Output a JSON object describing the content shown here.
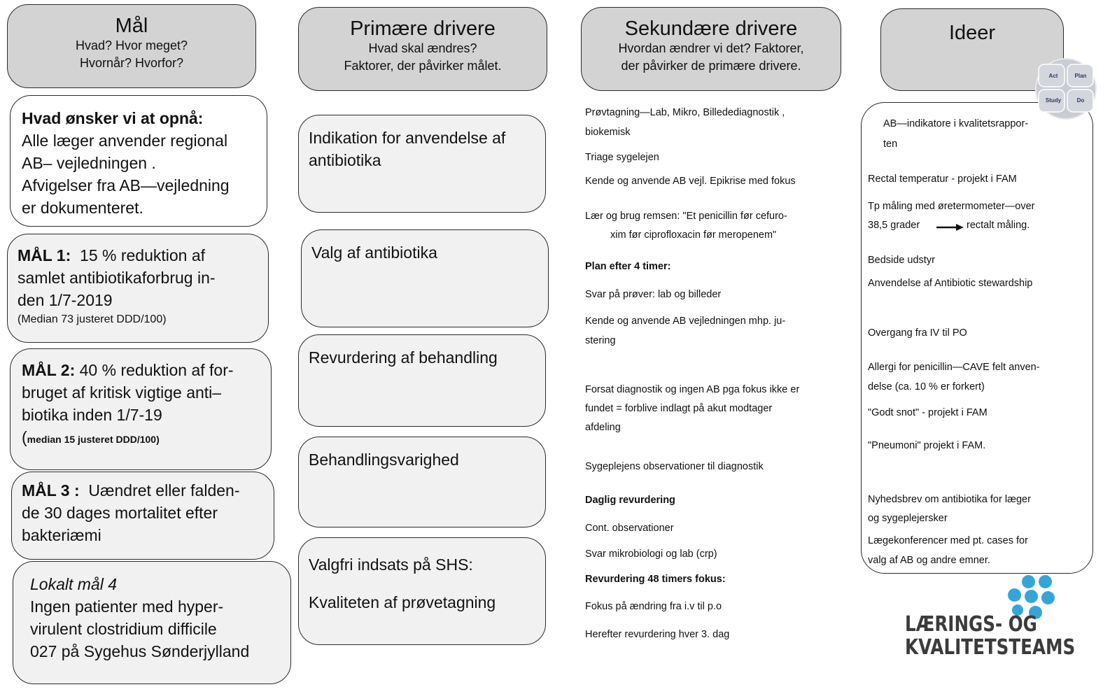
{
  "columns": {
    "maal": {
      "title": "Mål",
      "subtitle_lines": [
        "Hvad? Hvor meget?",
        "Hvornår? Hvorfor?"
      ]
    },
    "primaere": {
      "title": "Primære drivere",
      "subtitle_lines": [
        "Hvad skal ændres?",
        "Faktorer, der påvirker målet."
      ]
    },
    "sekundaere": {
      "title": "Sekundære drivere",
      "subtitle_lines": [
        "Hvordan ændrer vi det? Faktorer,",
        "der påvirker de primære drivere."
      ]
    },
    "ideer": {
      "title": "Ideer"
    }
  },
  "pdsa": {
    "act": "Act",
    "plan": "Plan",
    "study": "Study",
    "do": "Do"
  },
  "goals": {
    "intro": {
      "heading": "Hvad ønsker vi at opnå:",
      "lines": [
        "Alle læger anvender  regional",
        "AB– vejledningen .",
        "Afvigelser fra AB—vejledning",
        "er dokumenteret."
      ]
    },
    "maal1": {
      "label": "MÅL 1:",
      "lines": [
        "15 % reduktion af",
        "samlet antibiotikaforbrug in-",
        "den 1/7-2019"
      ],
      "note": "(Median  73 justeret DDD/100)"
    },
    "maal2": {
      "label": "MÅL 2:",
      "lines": [
        "40 % reduktion af for-",
        "bruget af kritisk vigtige anti–",
        "biotika inden 1/7-19"
      ],
      "note_paren": "(",
      "note": "median 15 justeret DDD/100)"
    },
    "maal3": {
      "label": "MÅL 3 :",
      "lines": [
        "Uændret eller falden-",
        "de 30 dages mortalitet efter",
        "bakteriæmi"
      ]
    },
    "maal4": {
      "heading": "Lokalt mål 4",
      "lines": [
        "Ingen patienter med hyper-",
        "virulent clostridium difficile",
        "027 på Sygehus Sønderjylland"
      ]
    }
  },
  "primary_drivers": [
    {
      "line1": "Indikation for anvendelse af",
      "line2": "antibiotika"
    },
    {
      "line1": "Valg af antibiotika",
      "line2": ""
    },
    {
      "line1": "Revurdering af behandling",
      "line2": ""
    },
    {
      "line1": "Behandlingsvarighed",
      "line2": ""
    },
    {
      "line1": "Valgfri indsats på SHS:",
      "line2": "Kvaliteten af prøvetagning"
    }
  ],
  "secondary_drivers": [
    "Prøvtagning—Lab, Mikro, Billedediagnostik ,",
    "biokemisk",
    "Triage sygelejen",
    "Kende og anvende AB vejl. Epikrise med fokus",
    "Lær og brug remsen: \"Et penicillin før cefuro-",
    "xim før ciprofloxacin før meropenem\"",
    "Plan efter 4 timer:",
    "Svar på prøver: lab og billeder",
    "Kende og anvende AB vejledningen  mhp. ju-",
    "stering",
    "Forsat diagnostik og ingen AB pga fokus ikke er",
    "fundet = forblive indlagt på akut modtager",
    "afdeling",
    "Sygeplejens observationer til diagnostik",
    "Daglig revurdering",
    "Cont. observationer",
    "Svar mikrobiologi og lab (crp)",
    "Revurdering 48 timers fokus:",
    "Fokus på ændring fra i.v til p.o",
    "Herefter  revurdering hver 3. dag"
  ],
  "ideas": [
    "AB—indikatore i kvalitetsrappor-",
    "ten",
    "Rectal temperatur - projekt i FAM",
    "Tp måling med øretermometer—over",
    "38,5 grader",
    "rectalt måling.",
    "Bedside udstyr",
    "Anvendelse af  Antibiotic stewardship",
    "Overgang fra IV til PO",
    "Allergi for penicillin—CAVE felt anven-",
    "delse (ca. 10 % er forkert)",
    "\"Godt snot\" -  projekt i FAM",
    "\"Pneumoni\" projekt i FAM.",
    "Nyhedsbrev om antibiotika for læger",
    "og sygeplejersker",
    "Lægekonferencer med pt. cases for",
    "valg af AB og andre emner."
  ],
  "logo": {
    "line1": "LÆRINGS- OG",
    "line2": "KVALITETSTEAMS"
  },
  "colors": {
    "header_fill": "#d3d3d3",
    "box_fill": "#f1f1f1",
    "logo_dots": "#35a5d8",
    "logo_text": "#3b3b3b"
  }
}
